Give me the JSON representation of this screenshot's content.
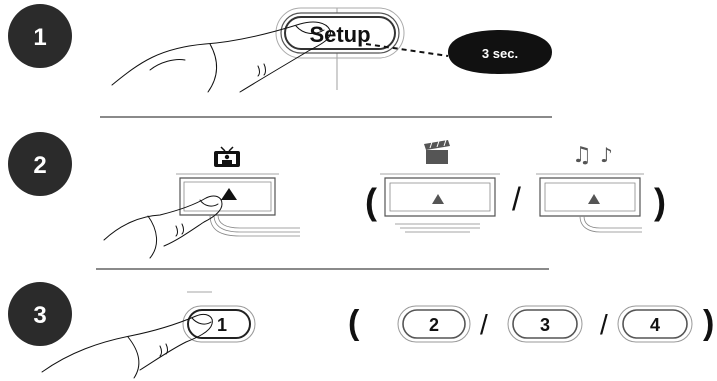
{
  "steps": [
    {
      "number": "1"
    },
    {
      "number": "2"
    },
    {
      "number": "3"
    }
  ],
  "step1": {
    "button_label": "Setup",
    "callout": "3 sec."
  },
  "step3": {
    "button_1": "1",
    "button_2": "2",
    "button_3": "3",
    "button_4": "4"
  },
  "icons": {
    "tv": "tv-icon",
    "movie": "clapperboard-icon",
    "music": "music-notes-icon",
    "up_arrow": "up-triangle-icon"
  },
  "colors": {
    "badge": "#2b2b2b",
    "ink": "#111111",
    "outline": "#555555"
  }
}
